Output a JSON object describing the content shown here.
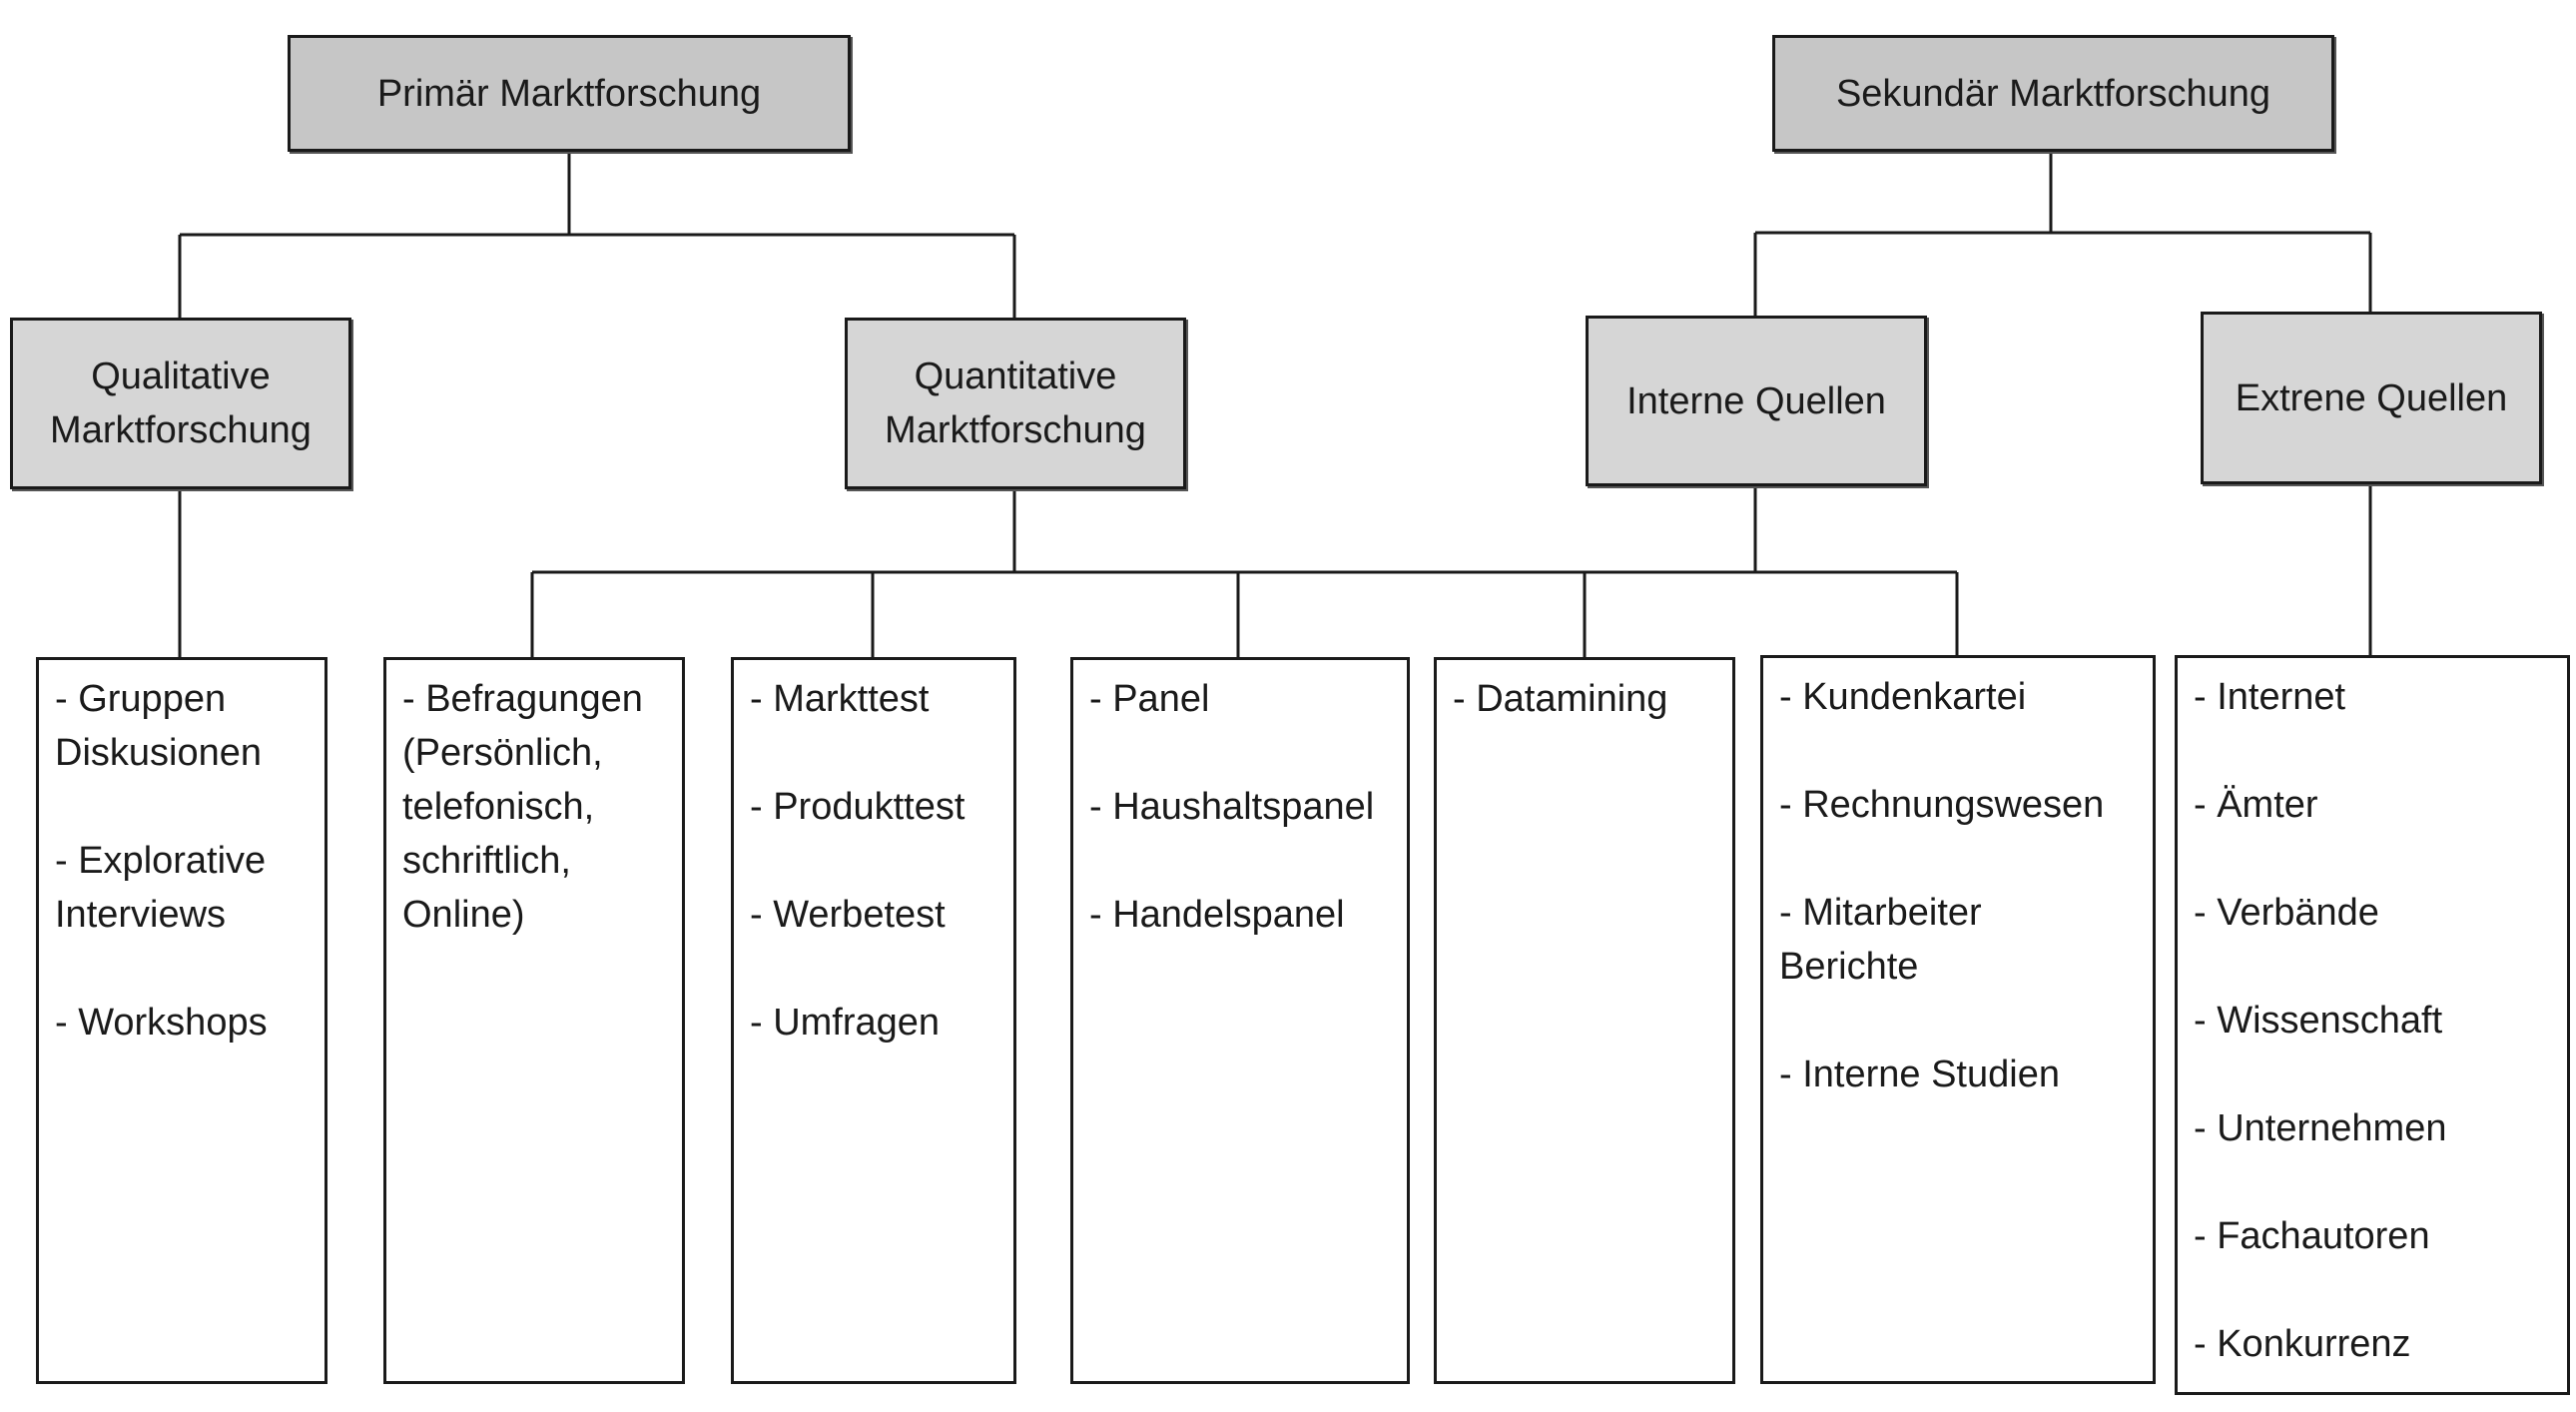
{
  "nodes": {
    "primaer": "Primär Marktforschung",
    "sekundaer": "Sekundär Marktforschung",
    "qualitativ": "Qualitative\nMarktforschung",
    "quantitativ": "Quantitative\nMarktforschung",
    "interne": "Interne Quellen",
    "externe": "Extrene Quellen"
  },
  "leaves": {
    "qualitativ": [
      "- Gruppen\nDiskusionen",
      "- Explorative\nInterviews",
      "- Workshops"
    ],
    "befragungen": [
      "- Befragungen\n(Persönlich,\ntelefonisch,\nschriftlich,\nOnline)"
    ],
    "tests": [
      "- Markttest",
      "- Produkttest",
      "- Werbetest",
      "- Umfragen"
    ],
    "panel": [
      "- Panel",
      "- Haushaltspanel",
      "- Handelspanel"
    ],
    "datamining": [
      "- Datamining"
    ],
    "intern": [
      "- Kundenkartei",
      "- Rechnungswesen",
      "- Mitarbeiter\nBerichte",
      "- Interne Studien"
    ],
    "extern": [
      "- Internet",
      "- Ämter",
      "- Verbände",
      "- Wissenschaft",
      "- Unternehmen",
      "- Fachautoren",
      "- Konkurrenz"
    ]
  }
}
